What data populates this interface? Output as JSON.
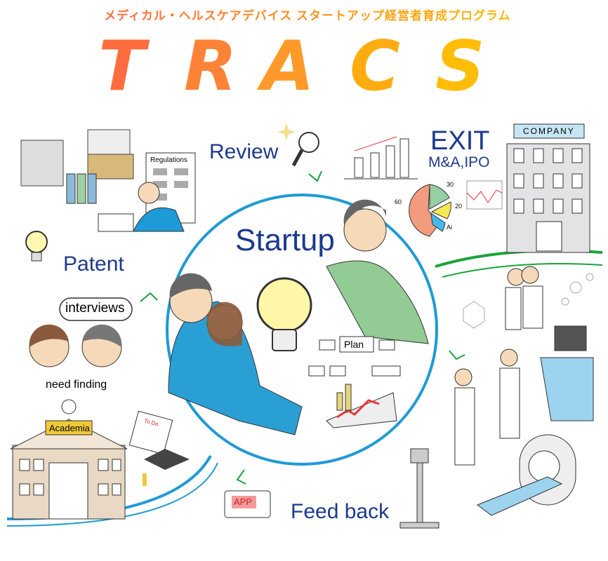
{
  "header": {
    "subtitle": "メディカル・ヘルスケアデバイス スタートアップ経営者育成プログラム",
    "logo_letters": [
      "T",
      "R",
      "A",
      "C",
      "S"
    ]
  },
  "labels": {
    "review": "Review",
    "exit": "EXIT",
    "exit_sub": "M&A,IPO",
    "company": "COMPANY",
    "regulations": "Regulations",
    "patent": "Patent",
    "interviews": "interviews",
    "need_finding": "need finding",
    "academia": "Academia",
    "startup": "Startup",
    "plan": "Plan",
    "app": "APP",
    "feedback": "Feed back",
    "todo": "To Do"
  },
  "pie_labels": [
    "60",
    "30",
    "20",
    "Ai"
  ],
  "colors": {
    "cycle": "#1e9ad6",
    "green": "#1aa33a",
    "title_start": "#ff6a3d",
    "title_end": "#ffb800",
    "text_blue": "#1b3a8c"
  }
}
